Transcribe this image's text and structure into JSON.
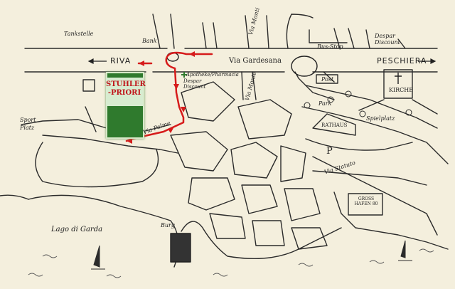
{
  "map": {
    "hotel_name_line1": "STUHLER",
    "hotel_name_line2": "-PRIORI",
    "labels": {
      "riva": "RIVA",
      "peschiera": "PESCHIERA",
      "via_gardesana": "Via Gardesana",
      "tankstelle": "Tankstelle",
      "bank": "Bank",
      "via_monti": "Via Monti",
      "via_monte": "Via Monte",
      "bus_stop": "Bus-Stop",
      "despar_discount_top": "Despar Discount",
      "apotheke": "Apotheke/Pharmacia",
      "despar_discount_mid": "Despar Discount",
      "kirche": "KIRCHE",
      "post": "Post",
      "park": "Park",
      "rathaus": "RATHAUS",
      "spielplatz": "Spielplatz",
      "sport_platz": "Sport Platz",
      "via_palme": "Via Palme",
      "via_statuto": "Via Statuto",
      "parking": "P",
      "lago": "Lago di Garda",
      "burg": "Burg",
      "hafen": "GROSS HAFEN 80"
    },
    "colors": {
      "route": "#d61b1b",
      "hotel_fill": "#2f7a2d",
      "ink": "#2b2b2b",
      "paper": "#f4efdd"
    }
  }
}
